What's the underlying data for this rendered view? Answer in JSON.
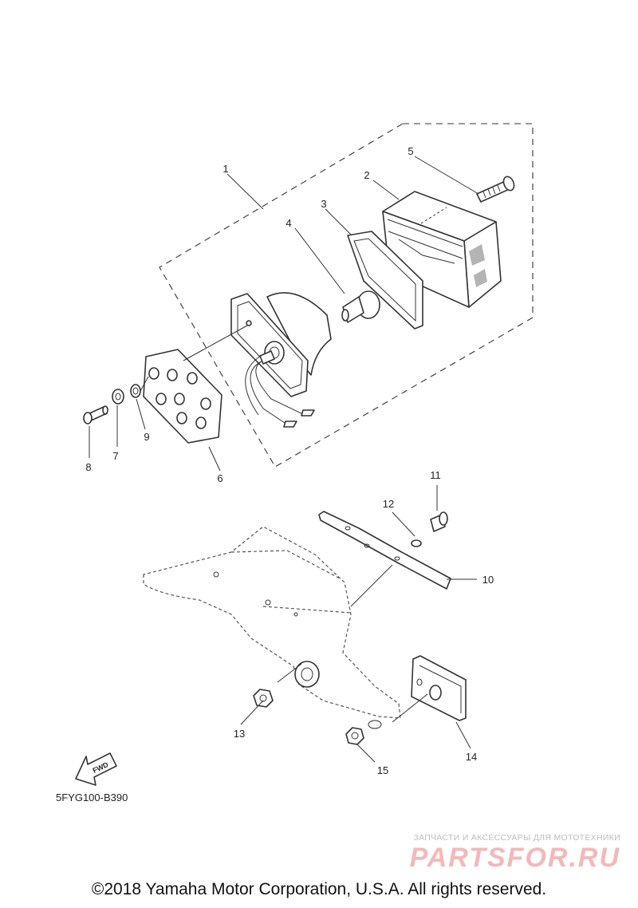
{
  "diagram": {
    "callouts": [
      "1",
      "2",
      "3",
      "4",
      "5",
      "6",
      "7",
      "8",
      "9",
      "10",
      "11",
      "12",
      "13",
      "14",
      "15"
    ],
    "fwd_label": "FWD",
    "drawing_code": "5FYG100-B390"
  },
  "watermark": {
    "line1": "ЗАПЧАСТИ И АКСЕССУАРЫ ДЛЯ МОТОТЕХНИКИ",
    "line2": "PARTSFOR.RU"
  },
  "footer": {
    "copyright": "©2018 Yamaha Motor Corporation, U.S.A. All rights reserved."
  }
}
